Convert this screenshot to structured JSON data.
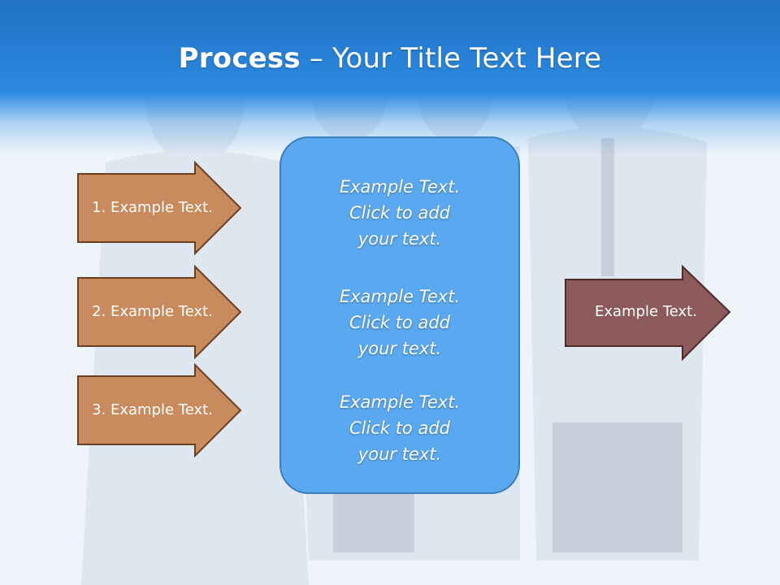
{
  "title": {
    "bold": "Process",
    "dash": " – ",
    "rest": "Your Title Text Here"
  },
  "left_arrows": [
    {
      "label": "1. Example Text."
    },
    {
      "label": "2. Example Text."
    },
    {
      "label": "3. Example Text."
    }
  ],
  "center_blocks": [
    {
      "line1": "Example Text.",
      "line2": "Click  to add",
      "line3": "your text."
    },
    {
      "line1": "Example Text.",
      "line2": "Click  to add",
      "line3": "your text."
    },
    {
      "line1": "Example Text.",
      "line2": "Click  to add",
      "line3": "your text."
    }
  ],
  "right_arrow": {
    "label": "Example Text."
  },
  "colors": {
    "header": "#2c8ae0",
    "left_arrow_fill": "#c98b5e",
    "left_arrow_stroke": "#6b3f1f",
    "center_fill": "#5aa8ef",
    "right_arrow_fill": "#8c5a5a",
    "right_arrow_stroke": "#4e2a2a"
  }
}
